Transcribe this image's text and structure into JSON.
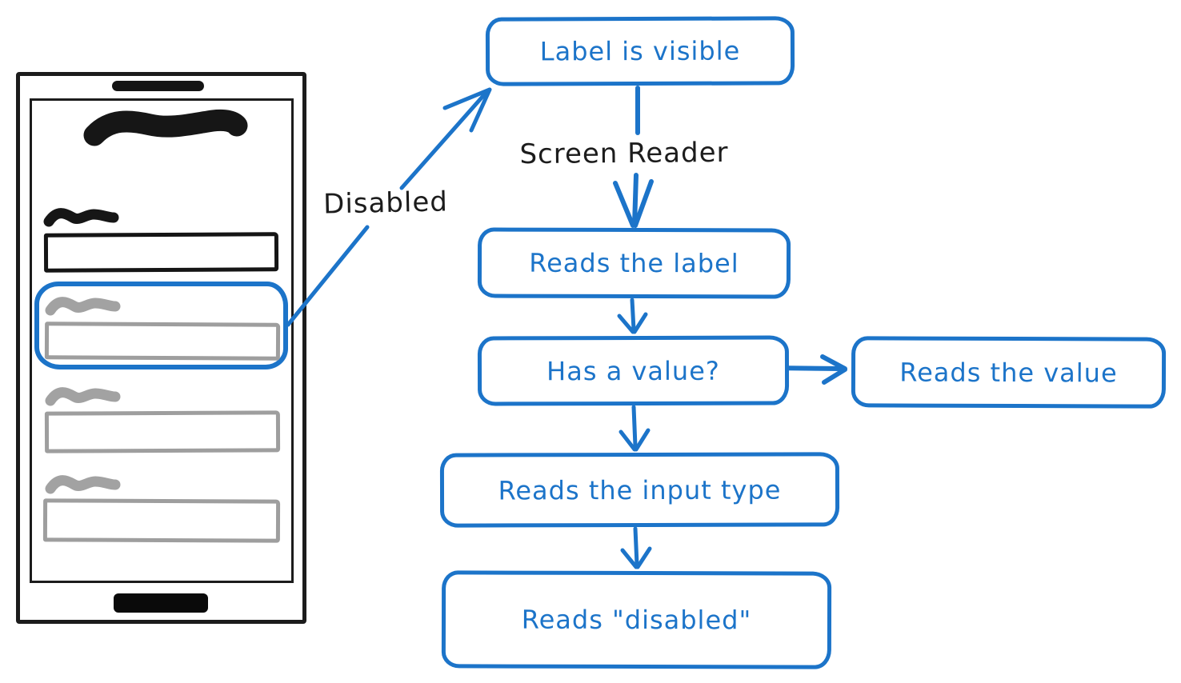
{
  "colors": {
    "accent_blue": "#1c74c9",
    "ink_black": "#1c1c1c",
    "muted_gray": "#a0a0a0",
    "background": "#ffffff"
  },
  "annotations": {
    "screen_reader": "Screen Reader",
    "disabled": "Disabled"
  },
  "flow": {
    "nodes": {
      "label_visible": "Label is visible",
      "reads_label": "Reads the label",
      "has_value": "Has a value?",
      "reads_value": "Reads the value",
      "reads_input_type": "Reads the input type",
      "reads_disabled": "Reads \"disabled\""
    }
  },
  "phone": {
    "description-of-scribbles": "wireframe phone: title scribble, one enabled field (black), three disabled fields (gray), blue ring highlighting first disabled field"
  }
}
